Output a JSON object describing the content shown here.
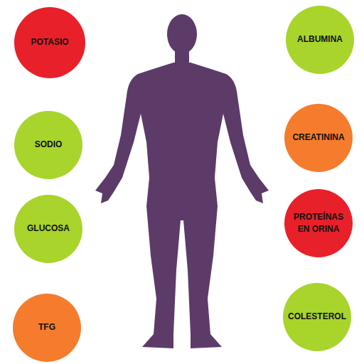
{
  "diagram": {
    "nodes": [
      {
        "text": [
          "POTASIO"
        ]
      },
      {
        "text": [
          "ALBUMINA"
        ]
      },
      {
        "text": [
          "SODIO"
        ]
      },
      {
        "text": [
          "CREATININA"
        ]
      },
      {
        "text": [
          "GLUCOSA"
        ]
      },
      {
        "text": [
          "PROTEÍNAS EN ORINA"
        ]
      },
      {
        "text": [
          "TFG"
        ]
      },
      {
        "text": [
          "COLESTEROL"
        ]
      }
    ]
  }
}
